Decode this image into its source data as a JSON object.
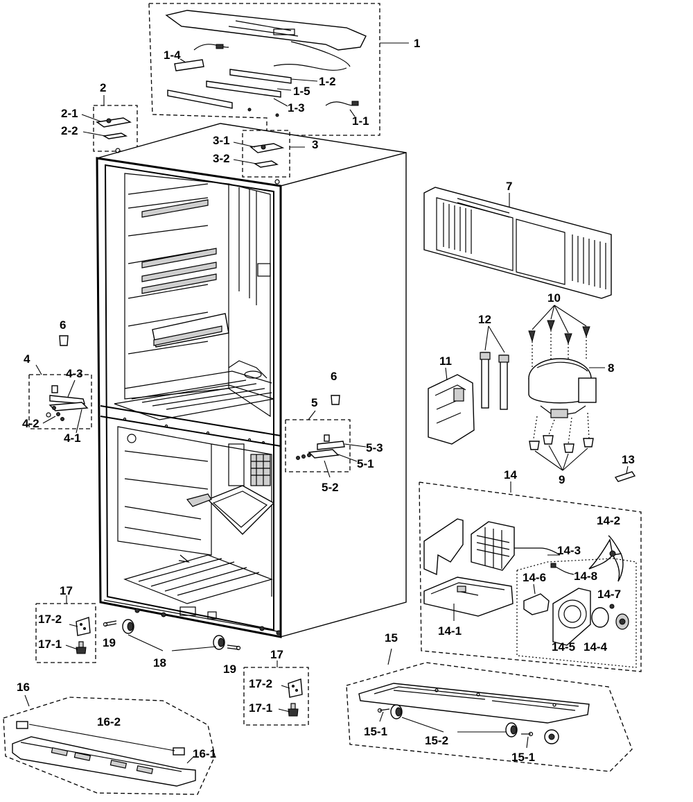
{
  "labels": {
    "l1": "1",
    "l1_1": "1-1",
    "l1_2": "1-2",
    "l1_3": "1-3",
    "l1_4": "1-4",
    "l1_5": "1-5",
    "l2": "2",
    "l2_1": "2-1",
    "l2_2": "2-2",
    "l3": "3",
    "l3_1": "3-1",
    "l3_2": "3-2",
    "l4": "4",
    "l4_1": "4-1",
    "l4_2": "4-2",
    "l4_3": "4-3",
    "l5": "5",
    "l5_1": "5-1",
    "l5_2": "5-2",
    "l5_3": "5-3",
    "l6a": "6",
    "l6b": "6",
    "l7": "7",
    "l8": "8",
    "l9": "9",
    "l10": "10",
    "l11": "11",
    "l12": "12",
    "l13": "13",
    "l14": "14",
    "l14_1": "14-1",
    "l14_2": "14-2",
    "l14_3": "14-3",
    "l14_4": "14-4",
    "l14_5": "14-5",
    "l14_6": "14-6",
    "l14_7": "14-7",
    "l14_8": "14-8",
    "l15": "15",
    "l15_1a": "15-1",
    "l15_1b": "15-1",
    "l15_2": "15-2",
    "l16": "16",
    "l16_1": "16-1",
    "l16_2": "16-2",
    "l17a": "17",
    "l17_1a": "17-1",
    "l17_2a": "17-2",
    "l17b": "17",
    "l17_1b": "17-1",
    "l17_2b": "17-2",
    "l18": "18",
    "l19a": "19",
    "l19b": "19"
  }
}
